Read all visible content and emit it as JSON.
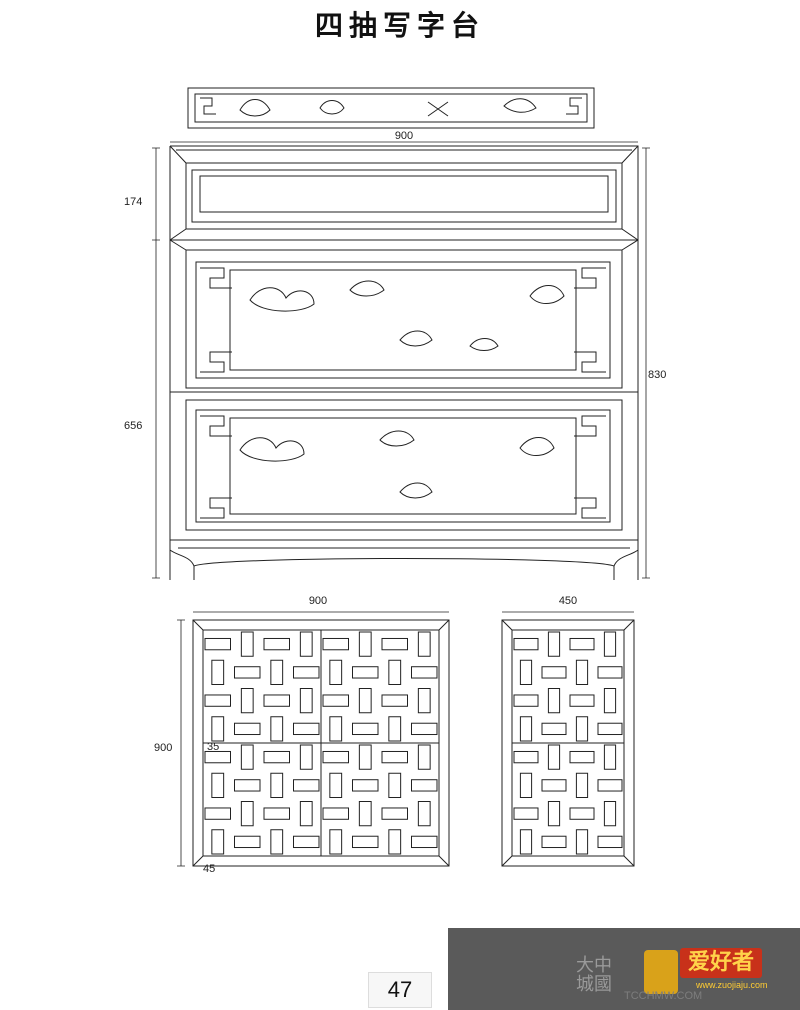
{
  "title": "四抽写字台",
  "front_view": {
    "width_label": "900",
    "top_height_label": "174",
    "lower_height_label": "656",
    "total_height_label": "830"
  },
  "lattice_large": {
    "width_label": "900",
    "height_label": "900",
    "bar_label": "35",
    "frame_label": "45"
  },
  "lattice_small": {
    "width_label": "450"
  },
  "page_number": "47",
  "watermark": {
    "chinese": "大中城國",
    "brand": "爱好者",
    "url": "www.zuojiaju.com",
    "url2": "TCCHMW.COM"
  }
}
